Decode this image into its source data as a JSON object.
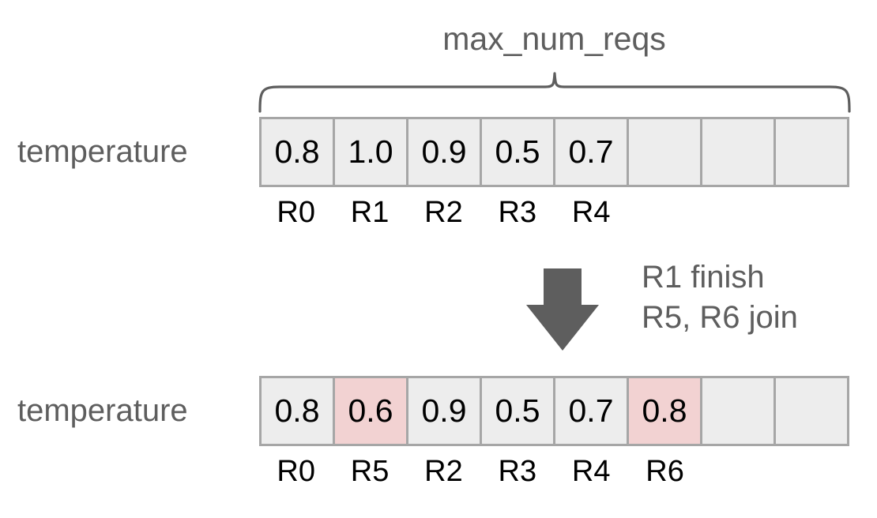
{
  "diagram": {
    "capacity_label": "max_num_reqs",
    "colors": {
      "cell_fill": "#ededed",
      "cell_highlight": "#f2d2d2",
      "cell_border": "#a6a6a6",
      "text_gray": "#5e5e5e",
      "text_black": "#000000",
      "arrow": "#5e5e5e",
      "brace": "#5e5e5e",
      "background": "#ffffff"
    },
    "states": {
      "before": {
        "row_label": "temperature",
        "num_slots": 8,
        "cells": [
          {
            "value": "0.8",
            "request": "R0",
            "highlight": false,
            "occupied": true
          },
          {
            "value": "1.0",
            "request": "R1",
            "highlight": false,
            "occupied": true
          },
          {
            "value": "0.9",
            "request": "R2",
            "highlight": false,
            "occupied": true
          },
          {
            "value": "0.5",
            "request": "R3",
            "highlight": false,
            "occupied": true
          },
          {
            "value": "0.7",
            "request": "R4",
            "highlight": false,
            "occupied": true
          },
          {
            "value": "",
            "request": "",
            "highlight": false,
            "occupied": false
          },
          {
            "value": "",
            "request": "",
            "highlight": false,
            "occupied": false
          },
          {
            "value": "",
            "request": "",
            "highlight": false,
            "occupied": false
          }
        ]
      },
      "after": {
        "row_label": "temperature",
        "num_slots": 8,
        "cells": [
          {
            "value": "0.8",
            "request": "R0",
            "highlight": false,
            "occupied": true
          },
          {
            "value": "0.6",
            "request": "R5",
            "highlight": true,
            "occupied": true
          },
          {
            "value": "0.9",
            "request": "R2",
            "highlight": false,
            "occupied": true
          },
          {
            "value": "0.5",
            "request": "R3",
            "highlight": false,
            "occupied": true
          },
          {
            "value": "0.7",
            "request": "R4",
            "highlight": false,
            "occupied": true
          },
          {
            "value": "0.8",
            "request": "R6",
            "highlight": true,
            "occupied": true
          },
          {
            "value": "",
            "request": "",
            "highlight": false,
            "occupied": false
          },
          {
            "value": "",
            "request": "",
            "highlight": false,
            "occupied": false
          }
        ]
      }
    },
    "transition": {
      "arrow_direction": "down",
      "notes": [
        "R1 finish",
        "R5, R6 join"
      ]
    }
  }
}
